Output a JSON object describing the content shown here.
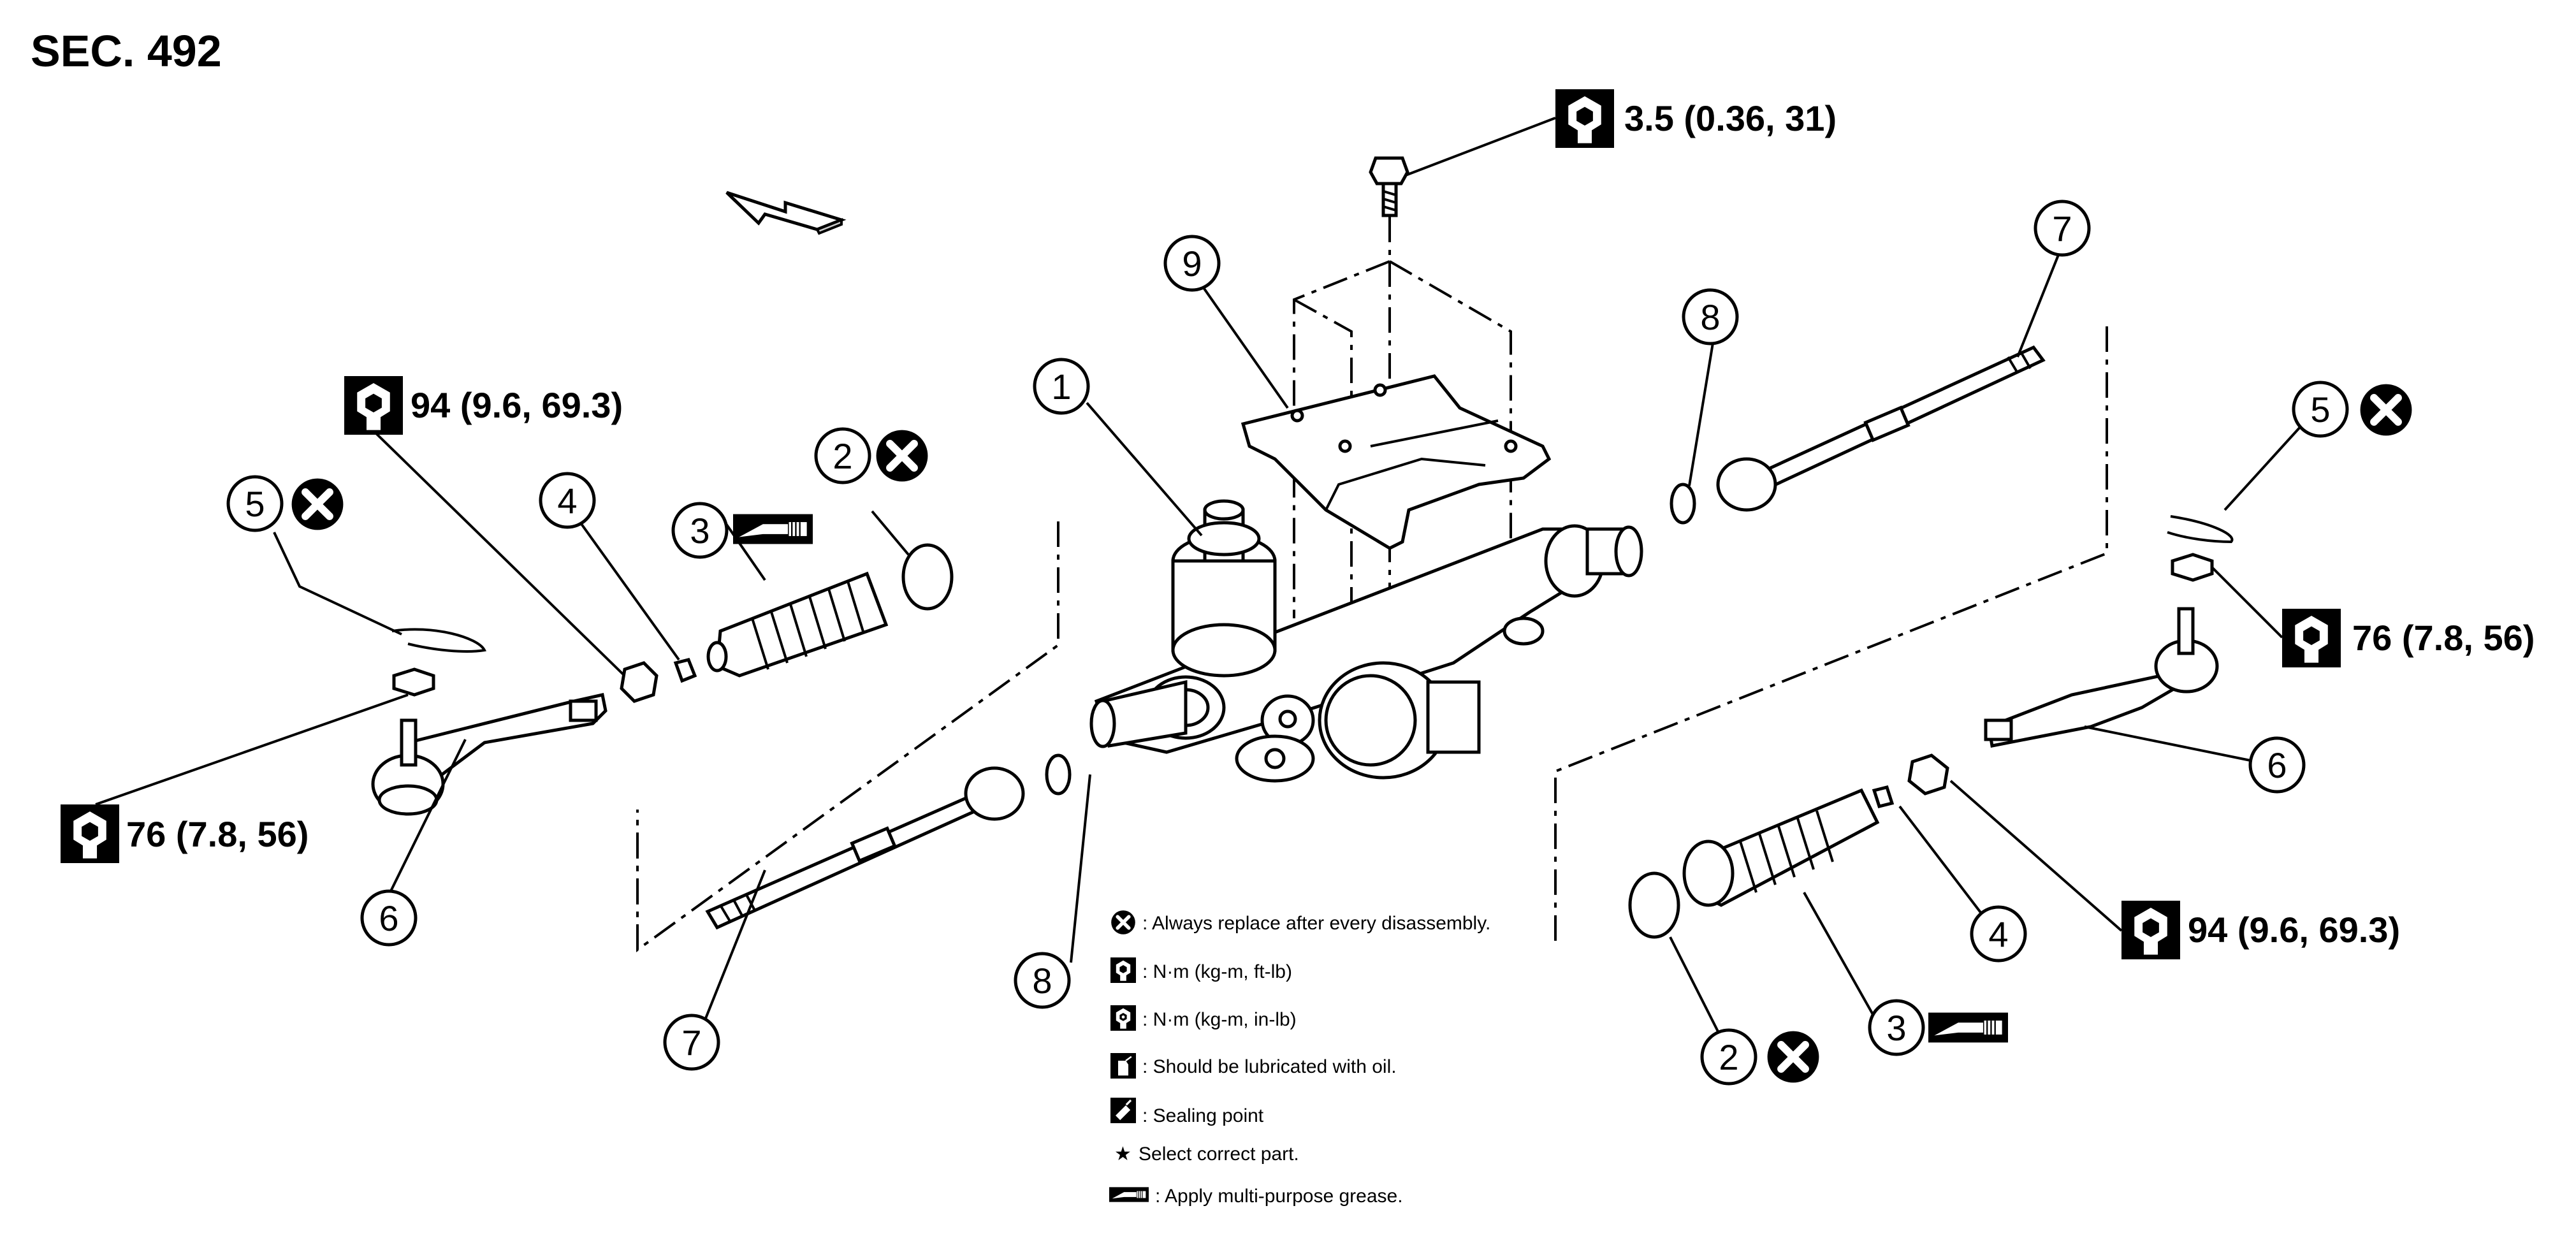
{
  "section_label": "SEC. 492",
  "callouts": {
    "c1": "1",
    "c2a": "2",
    "c2b": "2",
    "c3a": "3",
    "c3b": "3",
    "c4a": "4",
    "c4b": "4",
    "c5a": "5",
    "c5b": "5",
    "c6a": "6",
    "c6b": "6",
    "c7a": "7",
    "c7b": "7",
    "c8a": "8",
    "c8b": "8",
    "c9": "9"
  },
  "torques": {
    "bolt_top": "3.5 (0.36, 31)",
    "nut_left_upper": "94 (9.6, 69.3)",
    "nut_left_lower": "76 (7.8, 56)",
    "nut_right_upper": "76 (7.8, 56)",
    "nut_right_lower": "94 (9.6, 69.3)"
  },
  "legend": [
    {
      "text": ": Always replace after every disassembly.",
      "symbol": ""
    },
    {
      "text": ": N·m (kg-m, ft-lb)",
      "symbol": ""
    },
    {
      "text": ": N·m (kg-m, in-lb)",
      "symbol": ""
    },
    {
      "text": ": Should be lubricated with oil.",
      "symbol": ""
    },
    {
      "text": ": Sealing point",
      "symbol": ""
    },
    {
      "text": "Select correct part.",
      "symbol": "★"
    },
    {
      "text": ": Apply multi-purpose grease.",
      "symbol": ""
    }
  ],
  "icons": {
    "replace": "x-circle-icon",
    "torque_ft_lb": "torque-wrench-icon",
    "torque_in_lb": "torque-wrench-small-icon",
    "oil": "oil-can-icon",
    "sealing": "sealant-tube-icon",
    "grease": "grease-gun-icon",
    "front": "front-arrow-icon"
  }
}
